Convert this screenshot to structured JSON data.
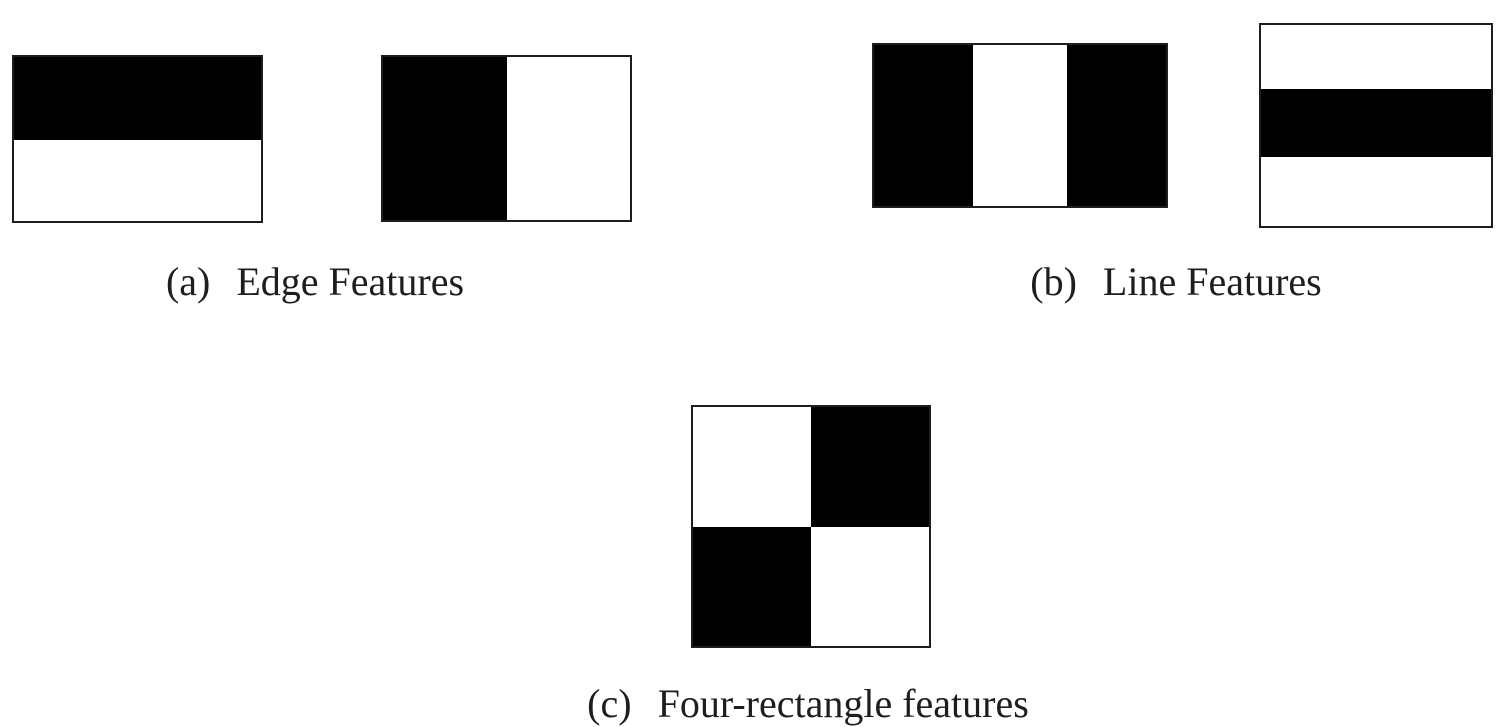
{
  "colors": {
    "black": "#000000",
    "white": "#ffffff",
    "border": "#1d1d1d",
    "text": "#211d1e",
    "background": "#ffffff"
  },
  "figures": [
    {
      "id": "a",
      "label": "(a)",
      "caption_text": "Edge Features",
      "caption_full": "(a) Edge Features",
      "features": [
        {
          "name": "edge-feature-horizontal",
          "layout": "rows",
          "cells": [
            "black",
            "white"
          ],
          "fractions": [
            0.505,
            0.495
          ]
        },
        {
          "name": "edge-feature-vertical",
          "layout": "cols",
          "cells": [
            "black",
            "white"
          ],
          "fractions": [
            0.5,
            0.5
          ]
        }
      ]
    },
    {
      "id": "b",
      "label": "(b)",
      "caption_text": "Line Features",
      "caption_full": "(b) Line Features",
      "features": [
        {
          "name": "line-feature-vertical",
          "layout": "cols",
          "cells": [
            "black",
            "white",
            "black"
          ],
          "fractions": [
            0.34,
            0.32,
            0.34
          ]
        },
        {
          "name": "line-feature-horizontal",
          "layout": "rows",
          "cells": [
            "white",
            "black",
            "white"
          ],
          "fractions": [
            0.317,
            0.342,
            0.341
          ]
        }
      ]
    },
    {
      "id": "c",
      "label": "(c)",
      "caption_text": "Four-rectangle features",
      "caption_full": "(c) Four-rectangle features",
      "features": [
        {
          "name": "four-rectangle-feature",
          "layout": "grid-2x2",
          "cells": [
            "white",
            "black",
            "black",
            "white"
          ]
        }
      ]
    }
  ]
}
